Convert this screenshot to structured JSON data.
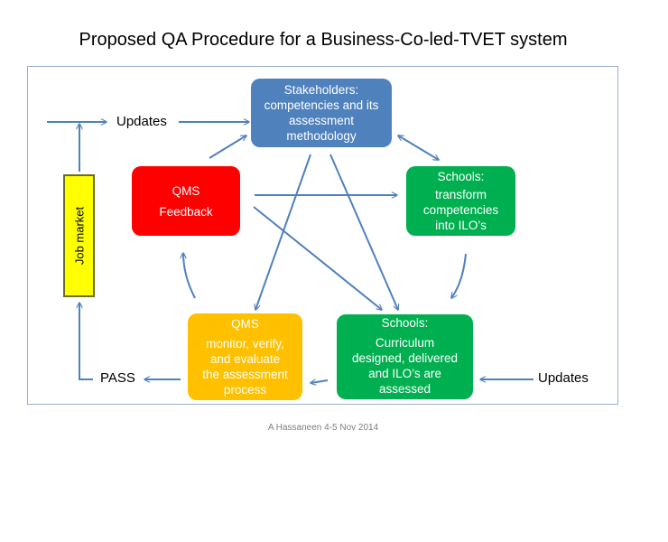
{
  "title": "Proposed QA Procedure for a Business-Co-led-TVET system",
  "credit": "A Hassaneen 4-5 Nov 2014",
  "colors": {
    "stakeholders": "#4f81bd",
    "qms_feedback": "#ff0000",
    "schools_green": "#00b050",
    "qms_monitor": "#ffc000",
    "job_market": "#ffff00",
    "arrow": "#4f81bd"
  },
  "boxes": {
    "stakeholders": {
      "lines": [
        "Stakeholders:",
        "competencies and its",
        "assessment",
        "methodology"
      ]
    },
    "qms_feedback": {
      "lines": [
        "QMS",
        "Feedback"
      ]
    },
    "schools_transform": {
      "heading": "Schools:",
      "lines": [
        "transform",
        "competencies",
        "into ILO’s"
      ]
    },
    "qms_monitor": {
      "heading": "QMS",
      "lines": [
        "monitor, verify,",
        "and evaluate",
        "the assessment",
        "process"
      ]
    },
    "schools_curriculum": {
      "heading": "Schools:",
      "lines": [
        "Curriculum",
        "designed, delivered",
        "and ILO’s are",
        "assessed"
      ]
    }
  },
  "job_market": "Job market",
  "labels": {
    "updates_top": "Updates",
    "updates_right": "Updates",
    "pass": "PASS"
  }
}
